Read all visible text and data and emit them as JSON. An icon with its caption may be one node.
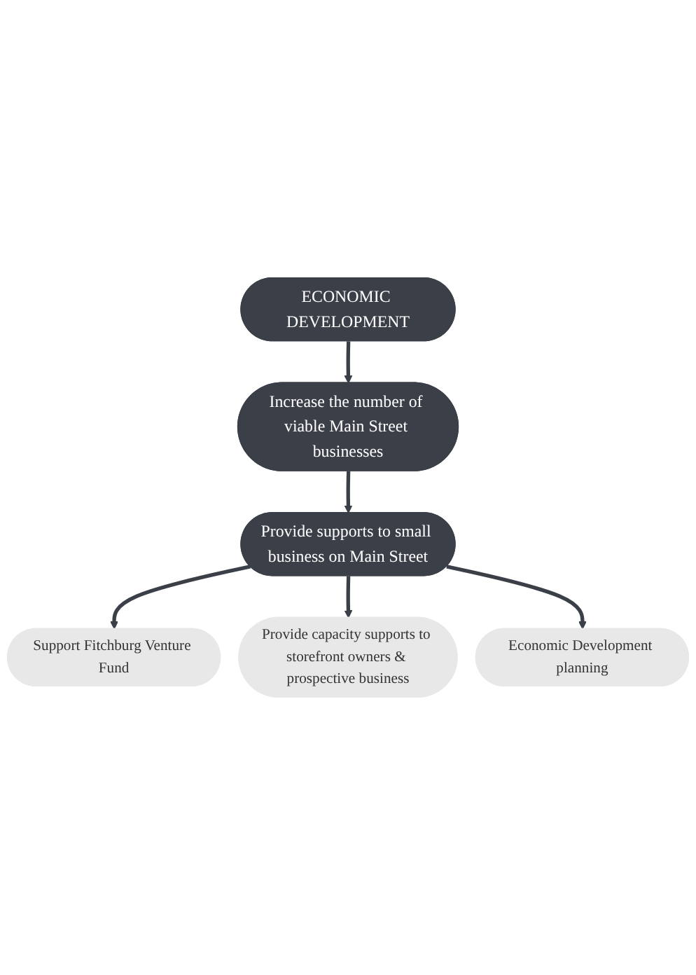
{
  "diagram": {
    "nodes": [
      {
        "text": [
          "ECONOMIC DEVELOPMENT"
        ]
      },
      {
        "text": [
          "Increase the number of viable Main Street businesses"
        ]
      },
      {
        "text": [
          "Provide supports to small business on Main Street"
        ]
      },
      {
        "text": [
          "Support Fitchburg Venture Fund"
        ]
      },
      {
        "text": [
          "Provide capacity supports to storefront owners & prospective business"
        ]
      },
      {
        "text": [
          "Economic Development planning"
        ]
      }
    ],
    "edges": [
      {
        "from": 0,
        "to": 1,
        "arrow": "to"
      },
      {
        "from": 1,
        "to": 2,
        "arrow": "to"
      },
      {
        "from": 2,
        "to": 3,
        "arrow": "to"
      },
      {
        "from": 2,
        "to": 4,
        "arrow": "to"
      },
      {
        "from": 2,
        "to": 5,
        "arrow": "to"
      }
    ]
  }
}
